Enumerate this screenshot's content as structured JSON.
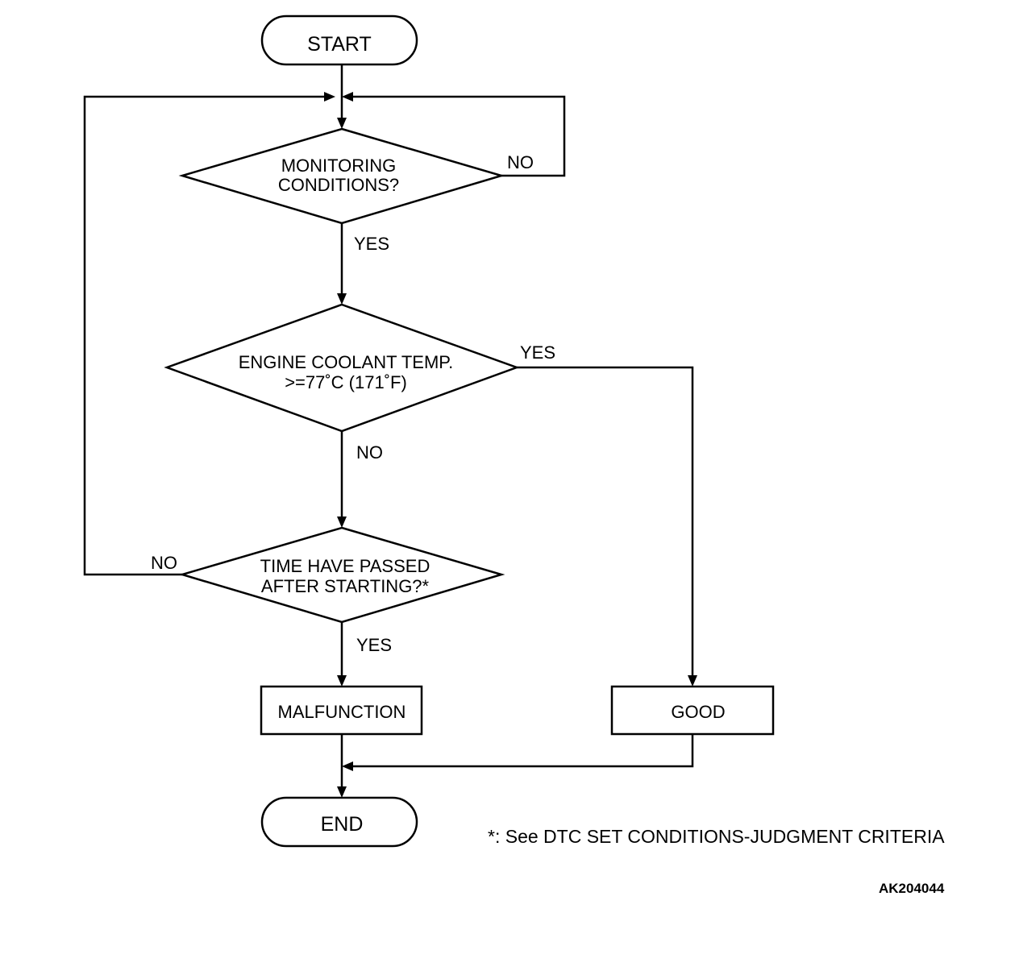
{
  "flowchart": {
    "start": "START",
    "end": "END",
    "decision1": {
      "line1": "MONITORING",
      "line2": "CONDITIONS?"
    },
    "decision2": {
      "line1": "ENGINE COOLANT TEMP.",
      "line2": ">=77˚C (171˚F)"
    },
    "decision3": {
      "line1": "TIME HAVE PASSED",
      "line2": "AFTER STARTING?*"
    },
    "process_malfunction": "MALFUNCTION",
    "process_good": "GOOD",
    "labels": {
      "d1_no": "NO",
      "d1_yes": "YES",
      "d2_yes": "YES",
      "d2_no": "NO",
      "d3_no": "NO",
      "d3_yes": "YES"
    }
  },
  "footnote": "*: See DTC SET CONDITIONS-JUDGMENT CRITERIA",
  "figure_code": "AK204044"
}
